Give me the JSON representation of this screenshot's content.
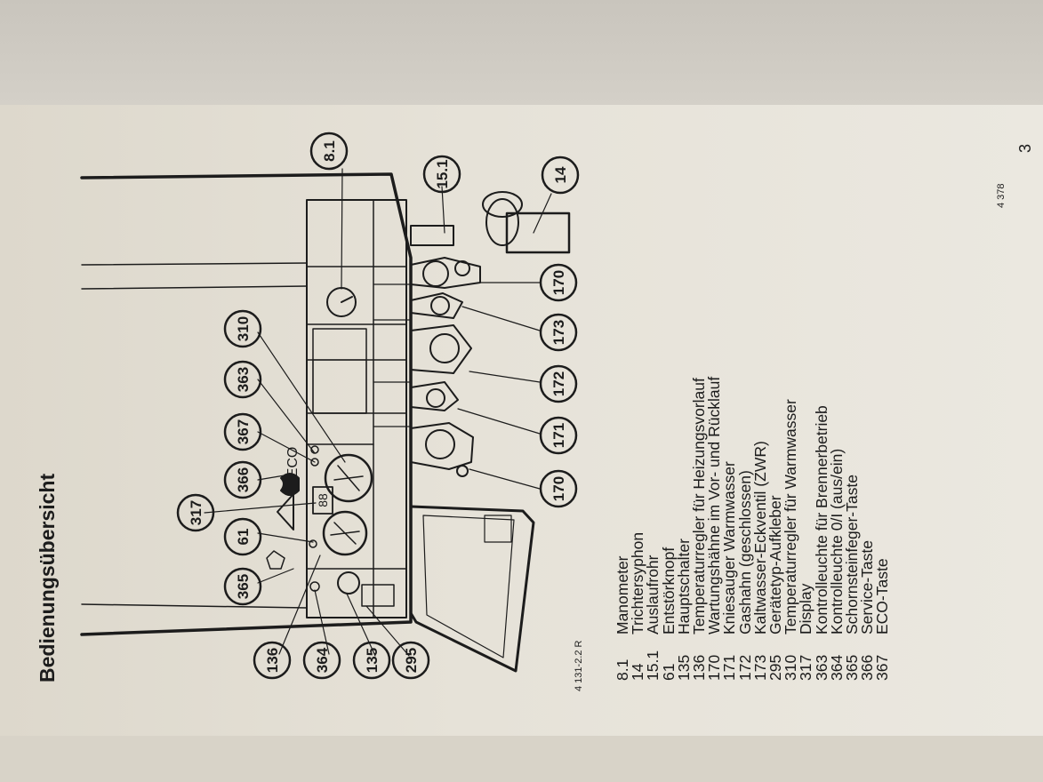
{
  "heading": "Bedienungsübersicht",
  "figure_code": "4 131-2.2 R",
  "eco_label": "ECO",
  "display_text": "88",
  "callouts": {
    "c8_1": "8.1",
    "c15_1": "15.1",
    "c14": "14",
    "c317": "317",
    "c365": "365",
    "c61": "61",
    "c366": "366",
    "c367": "367",
    "c363": "363",
    "c310": "310",
    "c136": "136",
    "c364": "364",
    "c135": "135",
    "c295": "295",
    "c170a": "170",
    "c171": "171",
    "c172": "172",
    "c173": "173",
    "c170b": "170"
  },
  "legend": [
    {
      "num": "8.1",
      "text": "Manometer"
    },
    {
      "num": "14",
      "text": "Trichtersyphon"
    },
    {
      "num": "15.1",
      "text": "Auslaufrohr"
    },
    {
      "num": "61",
      "text": "Entstörknopf"
    },
    {
      "num": "135",
      "text": "Hauptschalter"
    },
    {
      "num": "136",
      "text": "Temperaturregler für Heizungsvorlauf"
    },
    {
      "num": "170",
      "text": "Wartungshähne im Vor- und Rücklauf"
    },
    {
      "num": "171",
      "text": "Kniesauger Warmwasser"
    },
    {
      "num": "172",
      "text": "Gashahn (geschlossen)"
    },
    {
      "num": "173",
      "text": "Kaltwasser-Eckventil (ZWR)"
    },
    {
      "num": "295",
      "text": "Gerätetyp-Aufkleber"
    },
    {
      "num": "310",
      "text": "Temperaturregler für Warmwasser"
    },
    {
      "num": "317",
      "text": "Display"
    },
    {
      "num": "363",
      "text": "Kontrolleuchte für Brennerbetrieb"
    },
    {
      "num": "364",
      "text": "Kontrolleuchte 0/I (aus/ein)"
    },
    {
      "num": "365",
      "text": "Schornsteinfeger-Taste"
    },
    {
      "num": "366",
      "text": "Service-Taste"
    },
    {
      "num": "367",
      "text": "ECO-Taste"
    }
  ],
  "page_code": "4 378",
  "page_number": "3"
}
